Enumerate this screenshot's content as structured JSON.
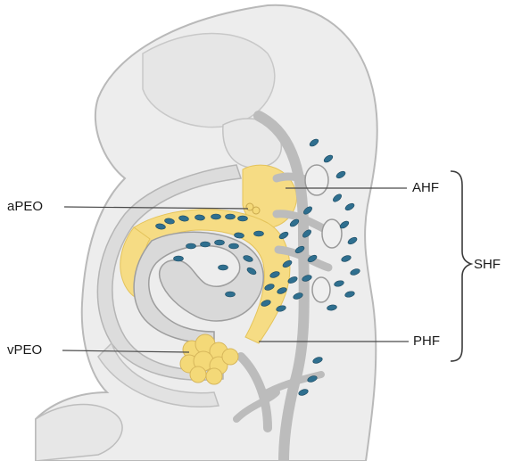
{
  "labels": {
    "apeo": "aPEO",
    "ahf": "AHF",
    "shf": "SHF",
    "vpeo": "vPEO",
    "phf": "PHF"
  },
  "colors": {
    "background": "#ffffff",
    "embryo_body": "#ededed",
    "embryo_outline": "#b9b9b9",
    "heart_tube": "#d9d9d9",
    "yellow_region": "#f6dc84",
    "cell_fill": "#2f6f8f",
    "cell_stroke": "#1c4a61",
    "vessel": "#bcbcbc",
    "leader_line": "#4a4a4a"
  },
  "icons": {
    "cell": "blue-cell-icon",
    "bracket": "curly-brace-icon"
  }
}
